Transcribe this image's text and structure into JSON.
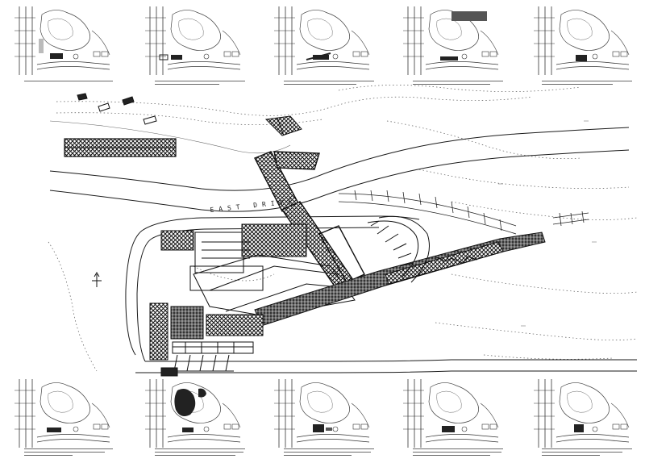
{
  "sheet": {
    "street_label": "EAST DRIVE",
    "colors": {
      "ink": "#1a1a1a",
      "fill_dark": "#222222",
      "paper": "#ffffff",
      "dotted": "#555555"
    }
  },
  "thumbnails": {
    "top": [
      {
        "id": "t1",
        "caption_lines": 1
      },
      {
        "id": "t2",
        "caption_lines": 2
      },
      {
        "id": "t3",
        "caption_lines": 2
      },
      {
        "id": "t4",
        "caption_lines": 2
      },
      {
        "id": "t5",
        "caption_lines": 2
      }
    ],
    "bottom": [
      {
        "id": "b1",
        "caption_lines": 3
      },
      {
        "id": "b2",
        "caption_lines": 4
      },
      {
        "id": "b3",
        "caption_lines": 3
      },
      {
        "id": "b4",
        "caption_lines": 4
      },
      {
        "id": "b5",
        "caption_lines": 3
      }
    ]
  }
}
